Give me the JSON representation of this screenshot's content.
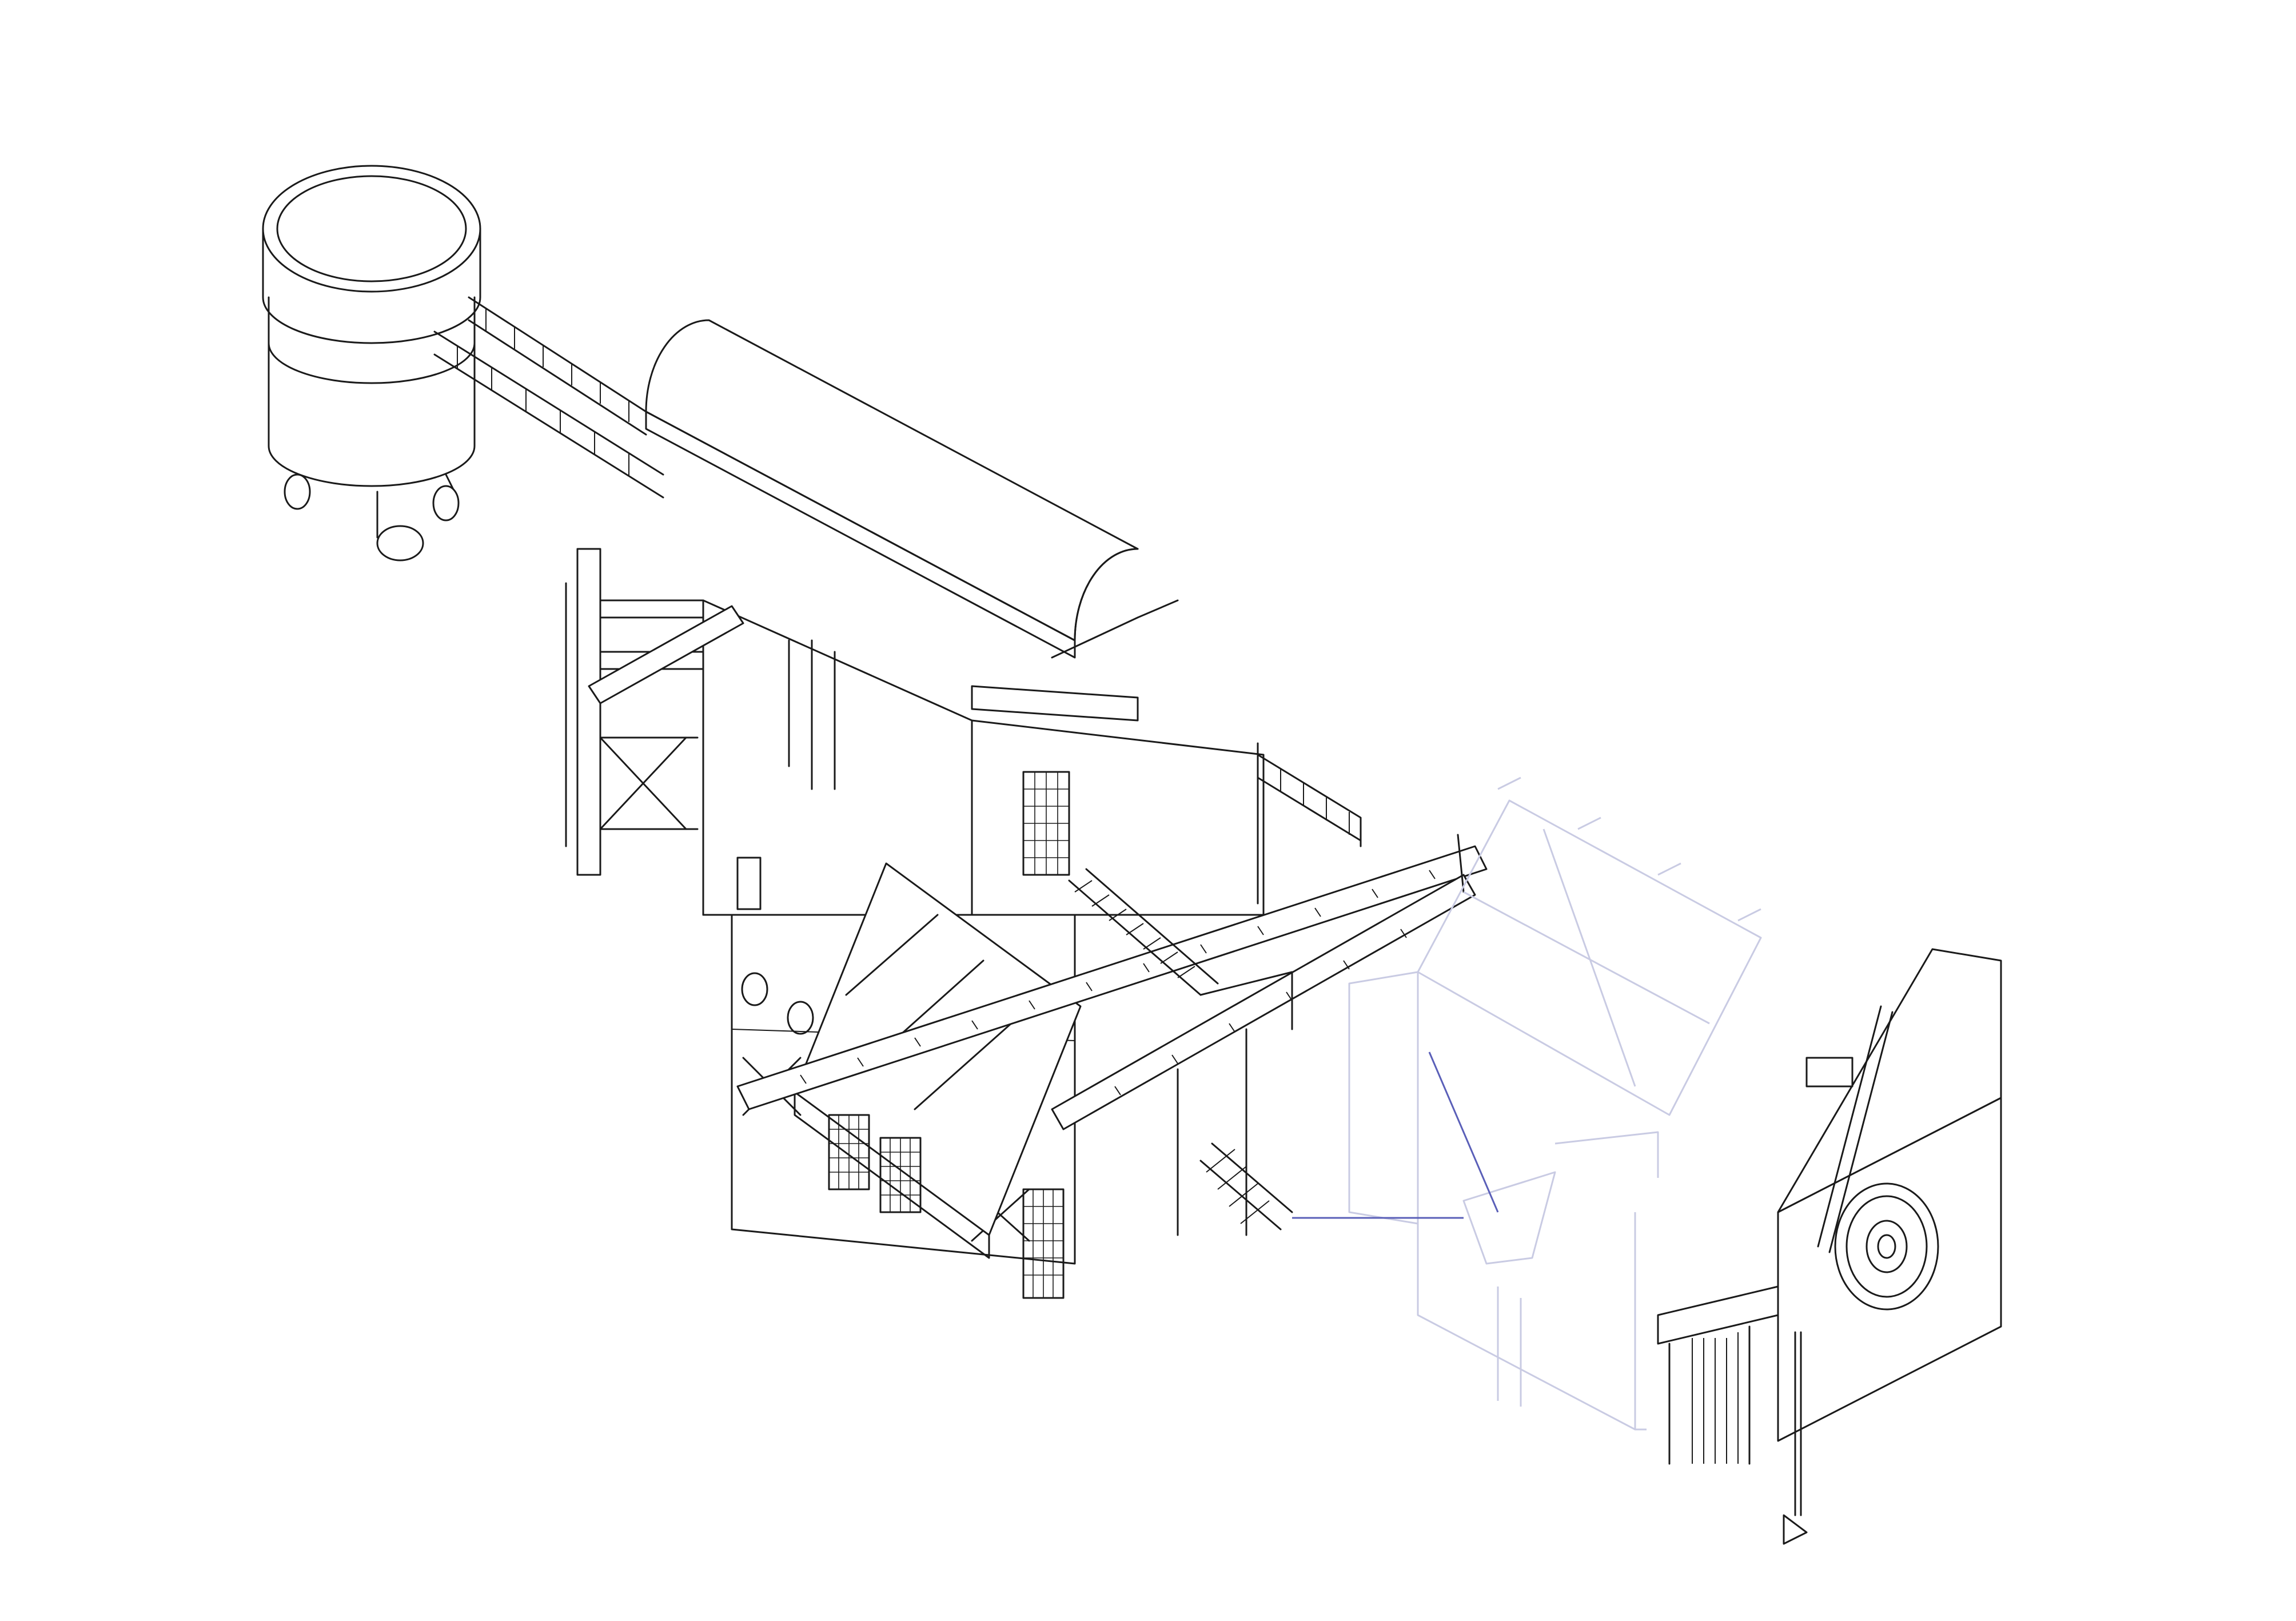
{
  "drawing": {
    "style": "isometric line drawing",
    "colors": {
      "background": "#ffffff",
      "line": "#1a1a1a",
      "ghost_line": "#c9cbe3",
      "ghost_accent": "#5a5fb8"
    }
  },
  "components": [
    {
      "name": "cylindrical-tank"
    },
    {
      "name": "ladder-walkway-bridge"
    },
    {
      "name": "barrel-vault-roof"
    },
    {
      "name": "steel-frame-column"
    },
    {
      "name": "central-building-block"
    },
    {
      "name": "pitched-roof-panel"
    },
    {
      "name": "perforated-steel-beam"
    },
    {
      "name": "internal-staircase"
    },
    {
      "name": "ghosted-canopy-structure"
    },
    {
      "name": "disc-panel-module"
    }
  ]
}
